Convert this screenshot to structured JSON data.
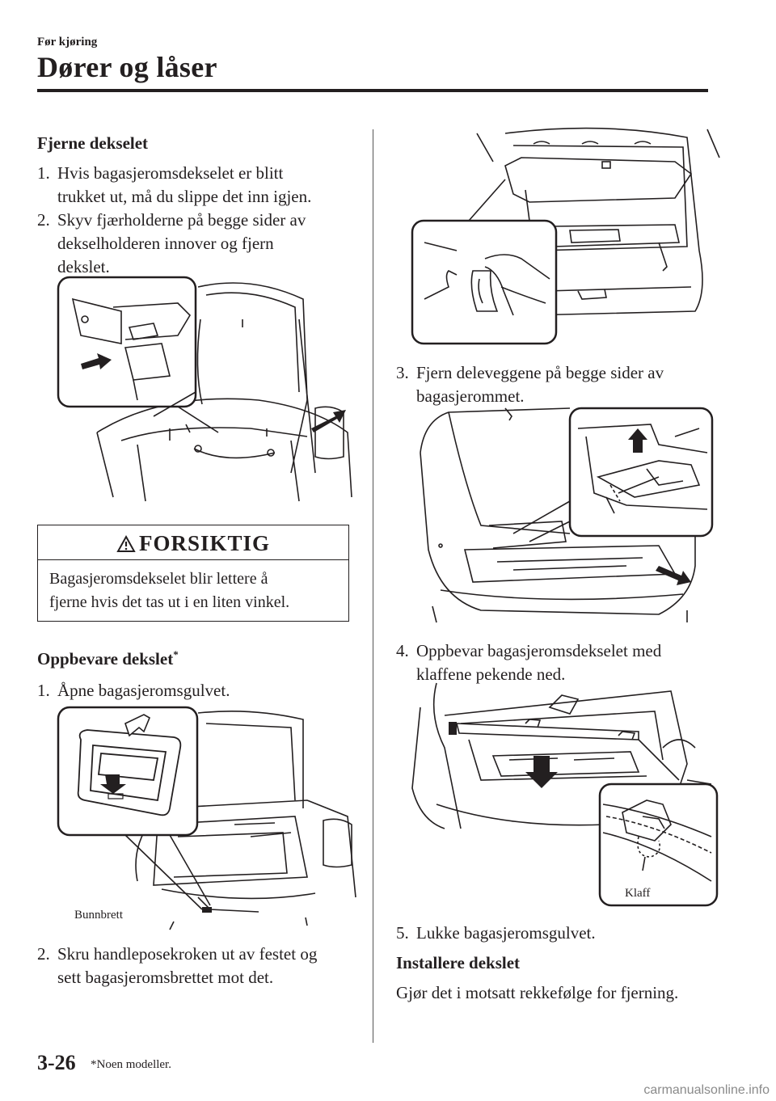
{
  "header": {
    "chapter": "Før kjøring",
    "title": "Dører og låser"
  },
  "left": {
    "remove_heading": "Fjerne dekselet",
    "steps": [
      {
        "num": "1.",
        "line1": "Hvis bagasjeromsdekselet er blitt",
        "line2": "trukket ut, må du slippe det inn igjen."
      },
      {
        "num": "2.",
        "line1": "Skyv fjærholderne på begge sider av",
        "line2": "dekselholderen innover og fjern",
        "line3": "dekslet."
      }
    ],
    "caution": {
      "title": "FORSIKTIG",
      "line1": "Bagasjeromsdekselet blir lettere å",
      "line2": "fjerne hvis det tas ut i en liten vinkel."
    },
    "store_heading": "Oppbevare dekslet",
    "store_mark": "*",
    "store_steps": [
      {
        "num": "1.",
        "text": "Åpne bagasjeromsgulvet."
      },
      {
        "num": "2.",
        "line1": "Skru handleposekroken ut av festet og",
        "line2": "sett bagasjeromsbrettet mot det."
      }
    ],
    "label_bunnbrett": "Bunnbrett"
  },
  "right": {
    "steps": [
      {
        "num": "3.",
        "line1": "Fjern deleveggene på begge sider av",
        "line2": "bagasjerommet."
      },
      {
        "num": "4.",
        "line1": "Oppbevar bagasjeromsdekselet med",
        "line2": "klaffene pekende ned."
      },
      {
        "num": "5.",
        "text": "Lukke bagasjeromsgulvet."
      }
    ],
    "label_klaff": "Klaff",
    "install_heading": "Installere dekslet",
    "install_text": "Gjør det i motsatt rekkefølge for fjerning."
  },
  "footer": {
    "page": "3-26",
    "note": "*Noen modeller.",
    "watermark": "carmanualsonline.info"
  }
}
